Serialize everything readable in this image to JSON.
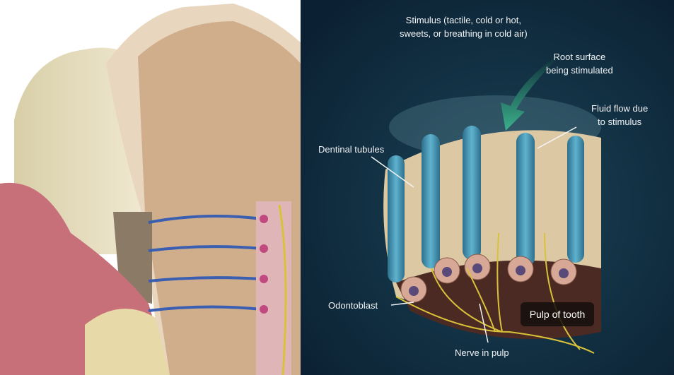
{
  "labels": {
    "stimulus_line1": "Stimulus (tactile, cold or hot,",
    "stimulus_line2": "sweets, or breathing in cold air)",
    "root_surface_line1": "Root surface",
    "root_surface_line2": "being stimulated",
    "fluid_flow_line1": "Fluid flow due",
    "fluid_flow_line2": "to stimulus",
    "dentinal_tubules": "Dentinal tubules",
    "odontoblast": "Odontoblast",
    "pulp_of_tooth": "Pulp of tooth",
    "nerve_in_pulp": "Nerve in pulp"
  },
  "colors": {
    "background_right": "#0d2436",
    "tubule": "#3f8fae",
    "dentin": "#dcc9a4",
    "nerve": "#d9c23a",
    "gum": "#c8707a",
    "arrow": "#3bb08a"
  }
}
